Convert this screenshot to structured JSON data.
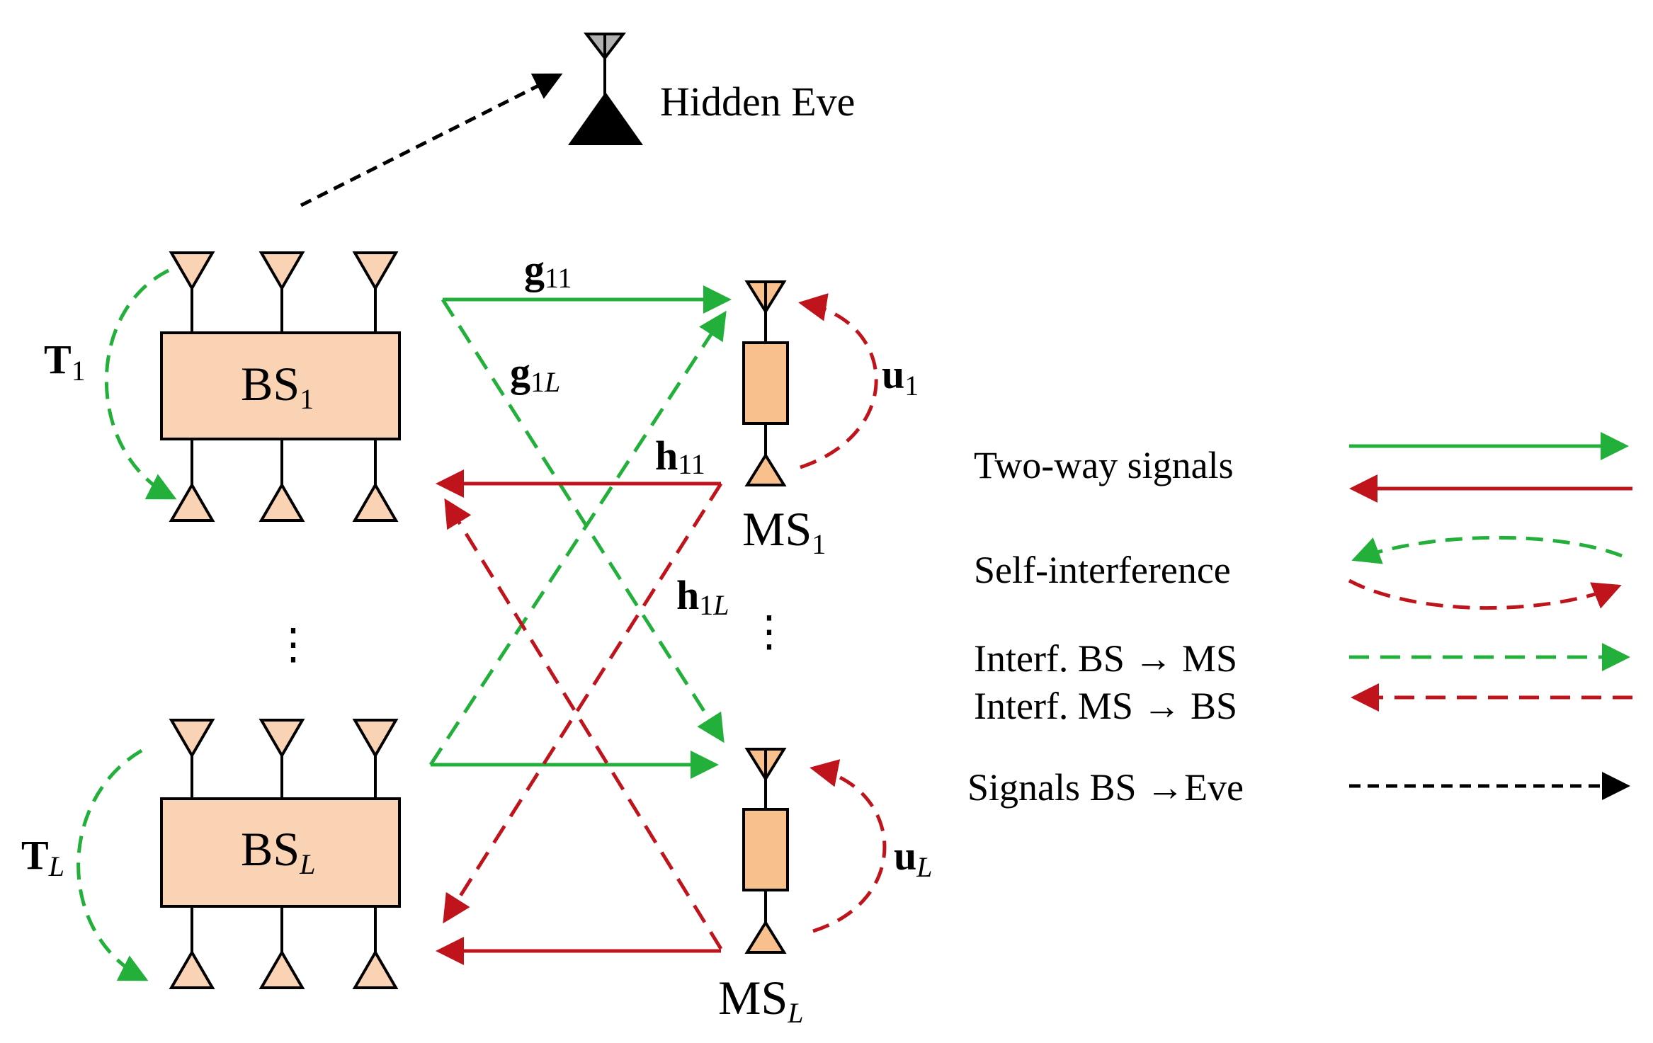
{
  "eve": {
    "label": "Hidden Eve"
  },
  "bs_top": {
    "name": "BS",
    "sub": "1",
    "self_label": "T",
    "self_sub": "1"
  },
  "bs_bottom": {
    "name": "BS",
    "sub": "L",
    "self_label": "T",
    "self_sub": "L"
  },
  "ms_top": {
    "name": "MS",
    "sub": "1",
    "self_label": "u",
    "self_sub": "1"
  },
  "ms_bottom": {
    "name": "MS",
    "sub": "L",
    "self_label": "u",
    "self_sub": "L"
  },
  "channels": {
    "g11": {
      "main": "g",
      "sub": "11"
    },
    "g1L": {
      "main": "g",
      "sub": "1",
      "sub_it": "L"
    },
    "h11": {
      "main": "h",
      "sub": "11"
    },
    "h1L": {
      "main": "h",
      "sub": "1",
      "sub_it": "L"
    }
  },
  "ellipsis": "⋮",
  "legend": {
    "two_way": "Two-way signals",
    "self_interference": "Self-interference",
    "interf_bs_ms": "Interf. BS → MS",
    "interf_ms_bs": "Interf. MS → BS",
    "signals_eve": "Signals BS →Eve"
  },
  "colors": {
    "green": "#22b03b",
    "red": "#c0141c",
    "black": "#000000",
    "box_fill": "#fad3b4",
    "ms_fill": "#f8c08c",
    "eve_top": "#b0b0b0"
  }
}
